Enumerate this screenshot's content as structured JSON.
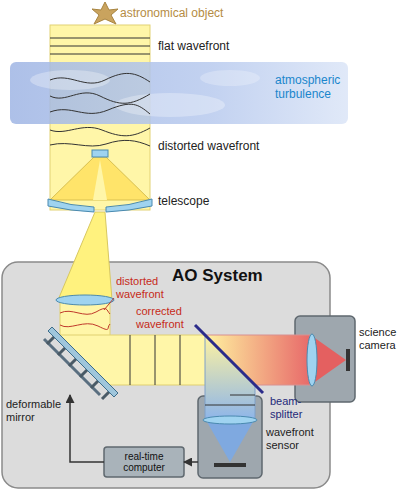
{
  "diagram": {
    "nodes": [
      {
        "text": [
          "atmospheric turbulence"
        ]
      },
      {
        "text": [
          "AO System"
        ]
      },
      {
        "text": [
          "deformable mirror"
        ],
        "in": 1
      },
      {
        "text": [
          "science camera"
        ]
      },
      {
        "text": [
          "wavefront sensor"
        ],
        "in": 1
      },
      {
        "text": [
          "real-time computer"
        ],
        "in": 1
      }
    ],
    "edges": [
      {
        "from": 4,
        "to": 5,
        "arrow": "to"
      },
      {
        "from": 5,
        "to": 2,
        "arrow": "to"
      }
    ],
    "labels": [
      "astronomical object",
      "flat wavefront",
      "distorted wavefront",
      "telescope",
      "distorted wavefront",
      "corrected wavefront",
      "beam-splitter"
    ]
  }
}
